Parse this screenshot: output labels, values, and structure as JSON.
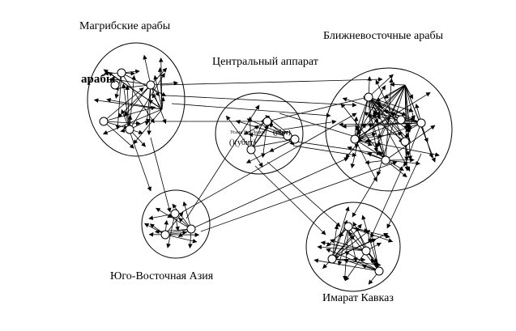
{
  "diagram": {
    "clusters": [
      {
        "id": "maghreb",
        "label": "Магрибские арабы"
      },
      {
        "id": "central",
        "label": "Центральный аппарат"
      },
      {
        "id": "mideast",
        "label": "Ближневосточные арабы"
      },
      {
        "id": "sea",
        "label": "Юго-Восточная Азия"
      },
      {
        "id": "caucasus",
        "label": "Имарат Кавказ"
      }
    ],
    "overlap_text": "арабы",
    "node_labels": {
      "a": "Усама бен Ладен",
      "b": "(убит)",
      "c": "()(убит)"
    },
    "style": {
      "stroke": "#000000",
      "background": "#ffffff"
    }
  }
}
